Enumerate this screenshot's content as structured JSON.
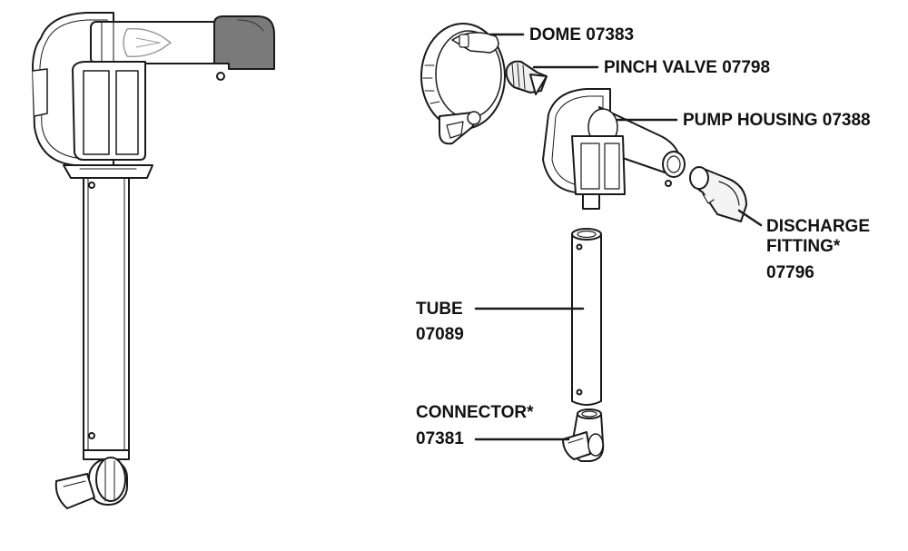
{
  "colors": {
    "line": "#1a1a1a",
    "gray_part": "#7a7a7a",
    "light_fill": "#f4f4f4",
    "white": "#ffffff"
  },
  "callouts": {
    "dome": "DOME 07383",
    "pinch_valve": "PINCH VALVE 07798",
    "pump_housing": "PUMP HOUSING 07388",
    "discharge_line1": "DISCHARGE",
    "discharge_line2": "FITTING*",
    "discharge_part": "07796",
    "tube_line1": "TUBE",
    "tube_part": "07089",
    "connector_line1": "CONNECTOR*",
    "connector_part": "07381"
  }
}
